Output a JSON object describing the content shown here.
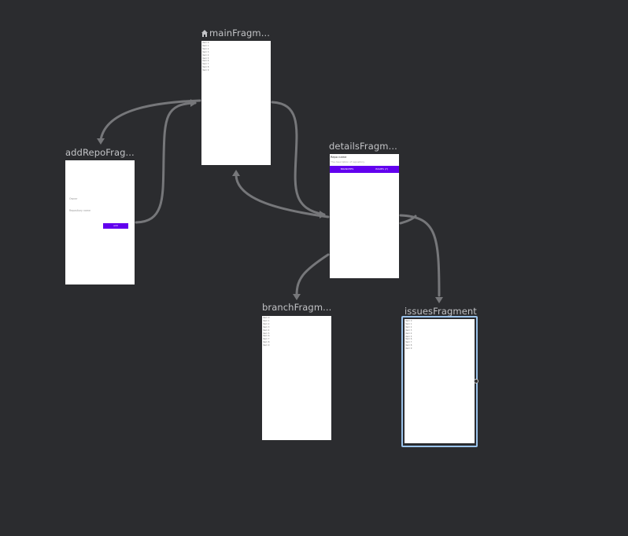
{
  "nav_graph": {
    "main": {
      "title": "mainFragm...",
      "icon": "home-icon",
      "items": [
        "Item 0",
        "Item 1",
        "Item 2",
        "Item 3",
        "Item 4",
        "Item 5",
        "Item 6",
        "Item 7",
        "Item 8",
        "Item 9"
      ]
    },
    "add_repo": {
      "title": "addRepoFrag...",
      "owner_placeholder": "Owner",
      "repo_placeholder": "Repository name",
      "add_label": "add"
    },
    "details": {
      "title": "detailsFragm...",
      "repo_name": "Repo name",
      "repo_desc": "The description of repository",
      "tab_branches": "BRANCHES",
      "tab_issues": "ISSUES (7)"
    },
    "branch": {
      "title": "branchFragm...",
      "items": [
        "Item 0",
        "Item 1",
        "Item 2",
        "Item 3",
        "Item 4",
        "Item 5",
        "Item 6",
        "Item 7",
        "Item 8",
        "Item 9"
      ]
    },
    "issues": {
      "title": "issuesFragment",
      "items": [
        "Item 0",
        "Item 1",
        "Item 2",
        "Item 3",
        "Item 4",
        "Item 5",
        "Item 6",
        "Item 7",
        "Item 8",
        "Item 9"
      ],
      "selected": true
    }
  },
  "colors": {
    "background": "#2b2c2f",
    "edge": "#76777a",
    "accent": "#6200ee",
    "selection": "#9bc3eb"
  }
}
